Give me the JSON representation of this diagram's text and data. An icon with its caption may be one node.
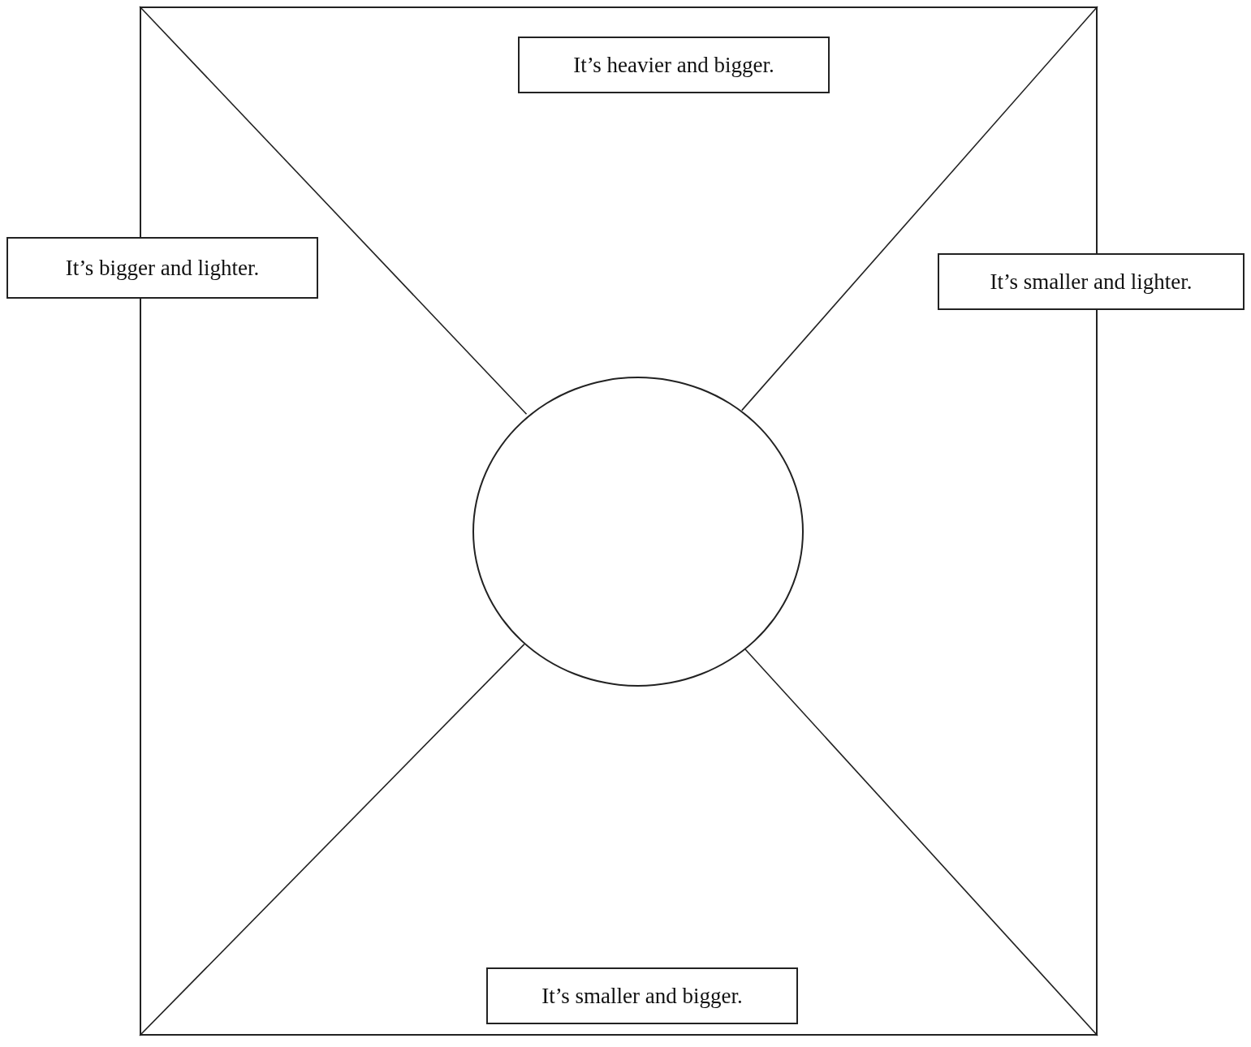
{
  "diagram": {
    "nodes": [
      {
        "text": [],
        "shape": "box"
      },
      {
        "text": [
          "It’s heavier and bigger."
        ],
        "in": 0
      },
      {
        "text": [
          "It’s bigger and lighter."
        ]
      },
      {
        "text": [
          "It’s smaller and lighter."
        ]
      },
      {
        "text": [],
        "shape": "circle",
        "in": 0
      },
      {
        "text": [
          "It’s smaller and bigger."
        ],
        "in": 0
      }
    ],
    "edges": [
      {
        "from": 0,
        "to": 4,
        "arrow": "none"
      },
      {
        "from": 0,
        "to": 4,
        "arrow": "none"
      },
      {
        "from": 0,
        "to": 4,
        "arrow": "none"
      },
      {
        "from": 0,
        "to": 4,
        "arrow": "none"
      }
    ]
  }
}
